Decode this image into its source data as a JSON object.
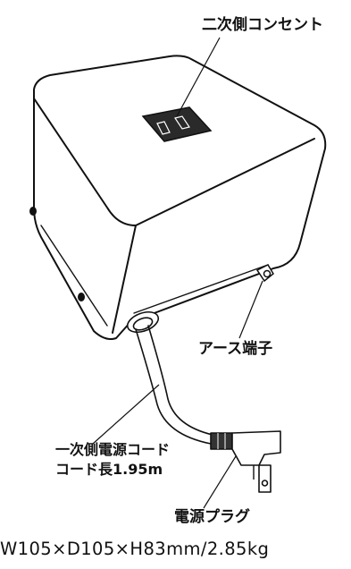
{
  "labels": {
    "secondary_outlet": "二次側コンセント",
    "earth_terminal": "アース端子",
    "primary_cord": "一次側電源コード",
    "cord_length": "コード長1.95m",
    "power_plug": "電源プラグ",
    "dimensions": "W105×D105×H83mm/2.85kg"
  },
  "colors": {
    "line": "#111111",
    "body_fill": "#ffffff",
    "outlet_fill": "#2a2a2a",
    "plug_band": "#333333"
  }
}
